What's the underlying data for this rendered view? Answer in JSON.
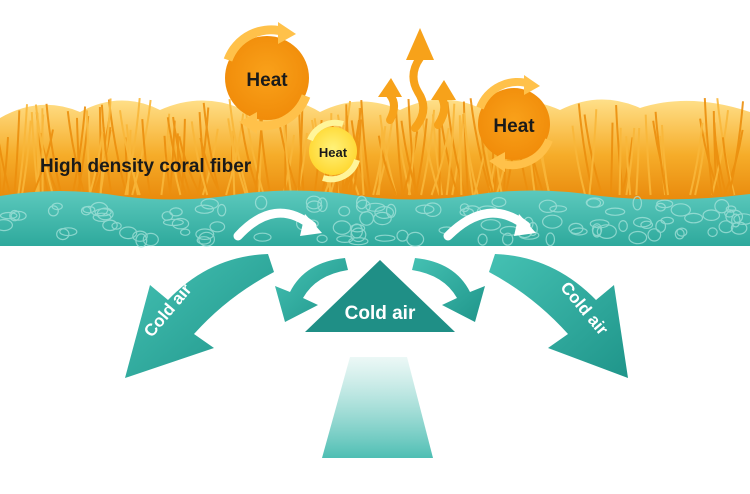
{
  "labels": {
    "fiber": "High density coral fiber",
    "heat_1": "Heat",
    "heat_2": "Heat",
    "heat_3": "Heat",
    "cold_left": "Cold air",
    "cold_center": "Cold air",
    "cold_right": "Cold air"
  },
  "colors": {
    "fiber_light": "#ffd36a",
    "fiber_dark": "#f29a12",
    "teal": "#2fb3a6",
    "teal_dark": "#1f8f86",
    "teal_light": "#bfe9e3",
    "heat_circle": "#f7a51c",
    "heat_circle_light": "#ffd35a",
    "text_dark": "#1a1a1a",
    "text_white": "#ffffff"
  }
}
